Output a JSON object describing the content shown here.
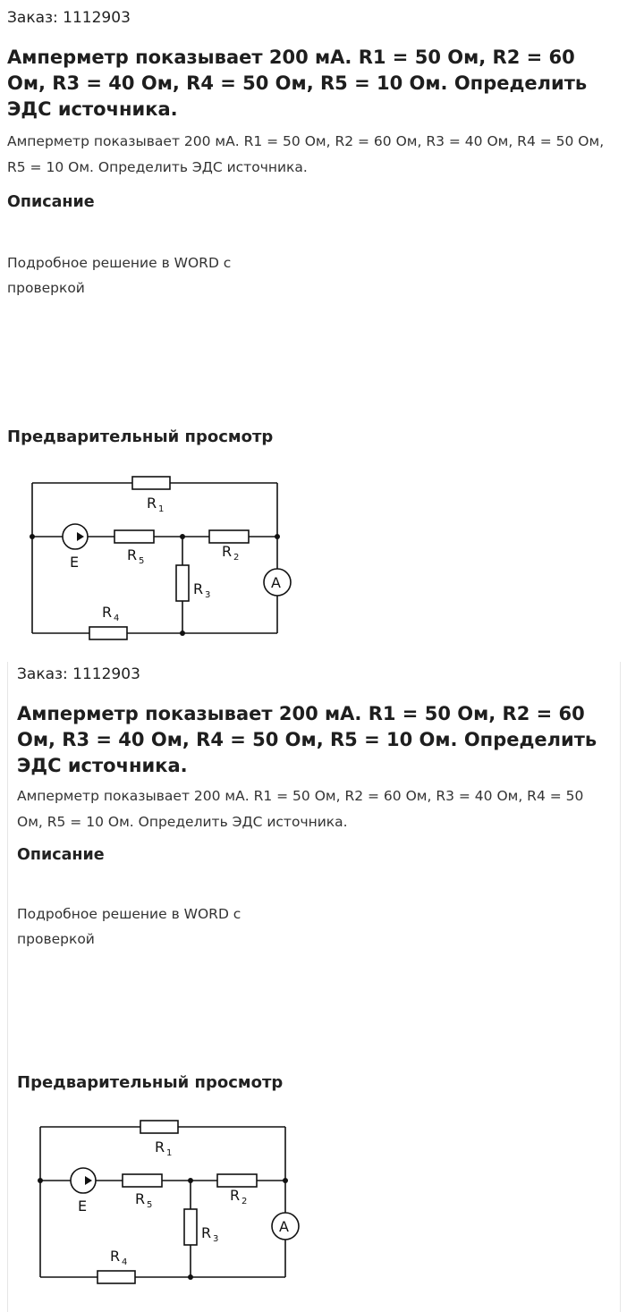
{
  "order": {
    "label": "Заказ: 1112903"
  },
  "title": "Амперметр показывает 200 мА. R1 = 50 Ом, R2 = 60 Ом, R3 = 40 Ом, R4 = 50 Ом, R5 = 10 Ом. Определить ЭДС источника.",
  "description_text": "Амперметр показывает 200 мА. R1 = 50 Ом, R2 = 60 Ом, R3 = 40 Ом, R4 = 50 Ом, R5 = 10 Ом. Определить ЭДС источника.",
  "description_section": {
    "heading": "Описание",
    "body": "Подробное решение в WORD с проверкой"
  },
  "preview": {
    "heading": "Предварительный просмотр"
  },
  "circuit": {
    "labels": {
      "r1": "R",
      "r1_sub": "1",
      "r2": "R",
      "r2_sub": "2",
      "r3": "R",
      "r3_sub": "3",
      "r4": "R",
      "r4_sub": "4",
      "r5": "R",
      "r5_sub": "5",
      "source": "E",
      "ammeter": "A"
    }
  }
}
